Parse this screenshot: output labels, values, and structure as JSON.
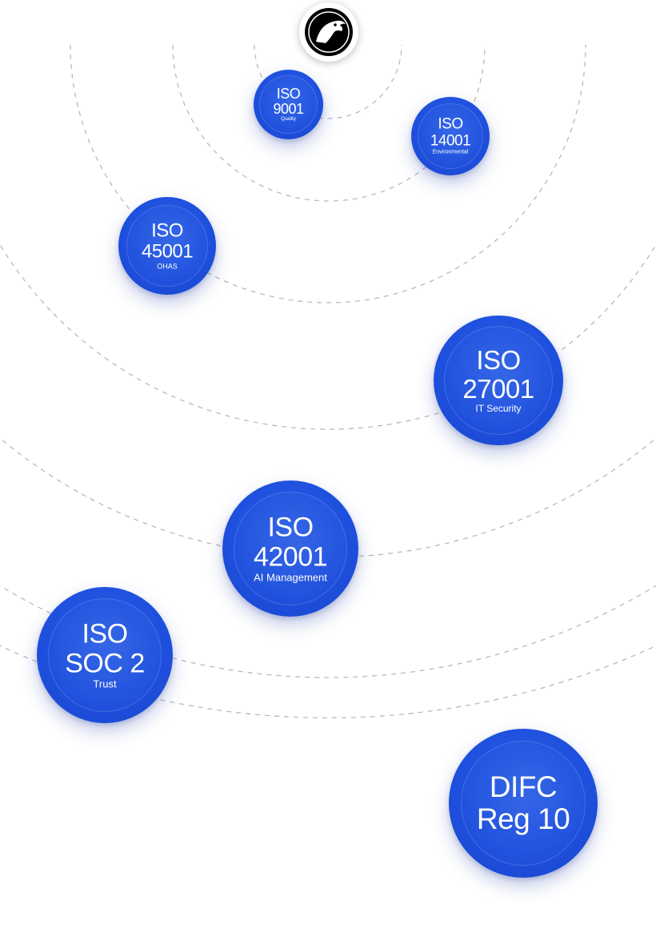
{
  "logo": {
    "icon": "eagle-head-icon",
    "color": "#000000"
  },
  "colors": {
    "badge": "#1e50de",
    "arc": "#b9b9b9"
  },
  "badges": [
    {
      "line1": "ISO",
      "line2": "9001",
      "sub": "Quality"
    },
    {
      "line1": "ISO",
      "line2": "14001",
      "sub": "Environmental"
    },
    {
      "line1": "ISO",
      "line2": "45001",
      "sub": "OHAS"
    },
    {
      "line1": "ISO",
      "line2": "27001",
      "sub": "IT Security"
    },
    {
      "line1": "ISO",
      "line2": "42001",
      "sub": "AI Management"
    },
    {
      "line1": "ISO",
      "line2": "SOC 2",
      "sub": "Trust"
    },
    {
      "line1": "DIFC",
      "line2": "Reg 10",
      "sub": ""
    }
  ]
}
